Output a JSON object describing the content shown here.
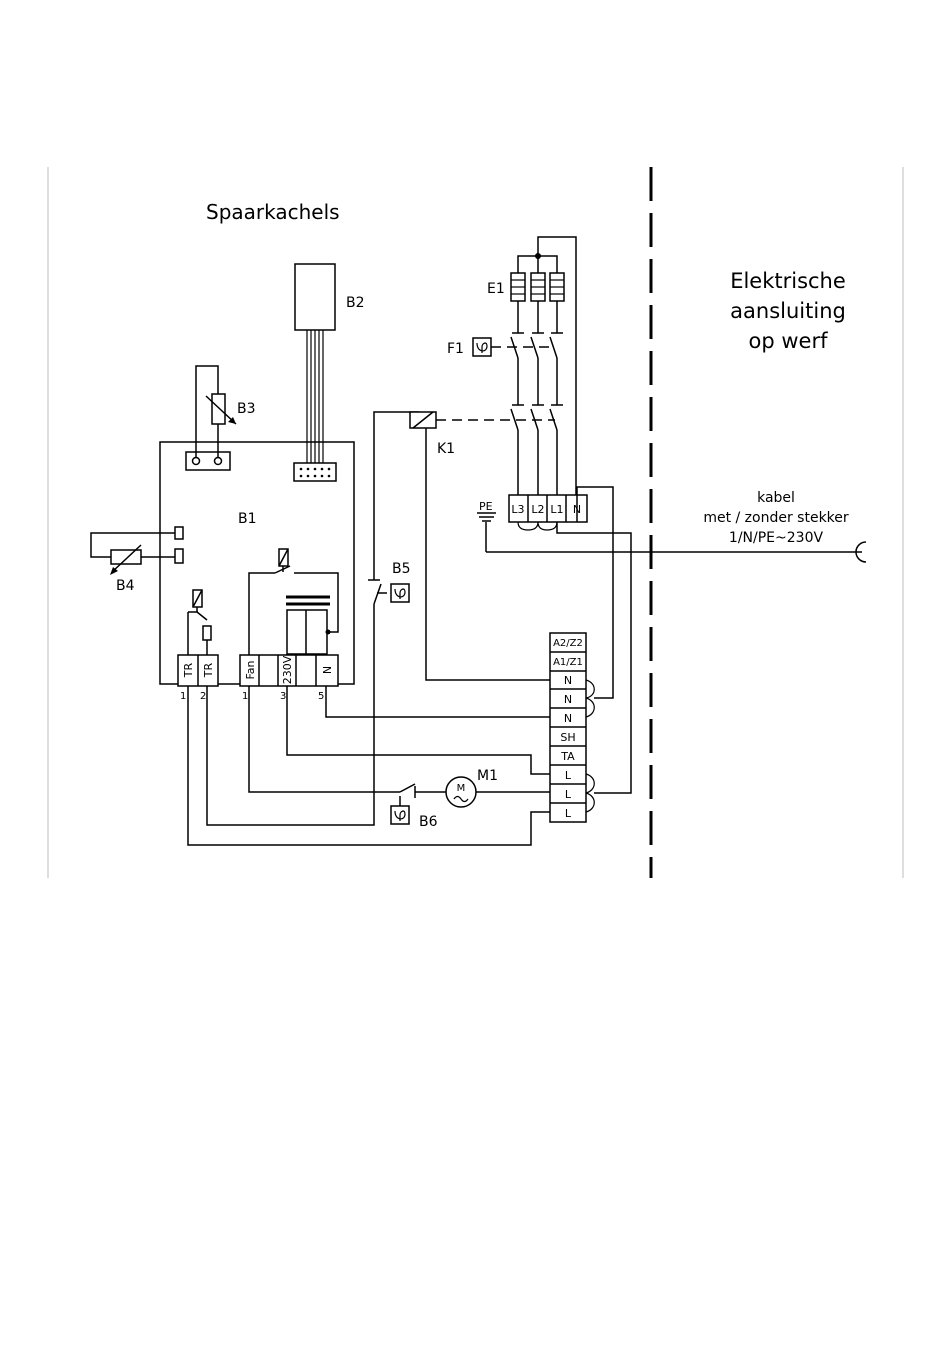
{
  "title": "Spaarkachels",
  "side_heading": [
    "Elektrische",
    "aansluiting",
    "op werf"
  ],
  "cable_label": [
    "kabel",
    "met / zonder stekker",
    "1/N/PE~230V"
  ],
  "components": {
    "B1": "B1",
    "B2": "B2",
    "B3": "B3",
    "B4": "B4",
    "B5": "B5",
    "B6": "B6",
    "E1": "E1",
    "F1": "F1",
    "K1": "K1",
    "M1": "M1",
    "PE": "PE"
  },
  "controller_terminals": {
    "labels": [
      "TR",
      "TR",
      "Fan",
      "230V",
      "N"
    ],
    "numbers": [
      "1",
      "2",
      "1",
      "3",
      "5"
    ]
  },
  "mains_terminals": [
    "L3",
    "L2",
    "L1",
    "N"
  ],
  "terminal_strip": [
    "A2/Z2",
    "A1/Z1",
    "N",
    "N",
    "N",
    "SH",
    "TA",
    "L",
    "L",
    "L"
  ]
}
